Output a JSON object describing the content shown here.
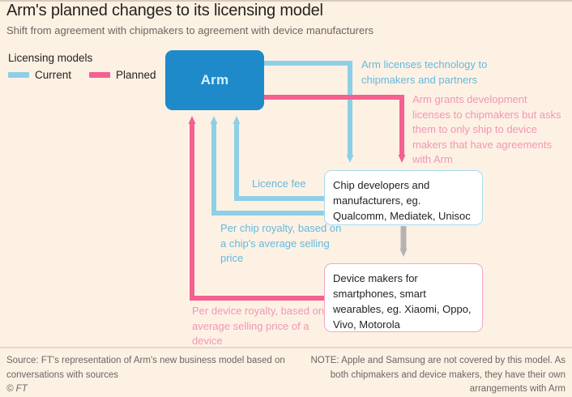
{
  "header": {
    "title": "Arm's planned changes to its licensing model",
    "subtitle": "Shift from agreement with chipmakers to agreement with device manufacturers"
  },
  "legend": {
    "title": "Licensing models",
    "items": [
      {
        "label": "Current",
        "color": "#8ecfe8"
      },
      {
        "label": "Planned",
        "color": "#f4608f"
      }
    ]
  },
  "nodes": {
    "arm": {
      "label": "Arm",
      "color": "#1f8ac9",
      "text_color": "#d8f0fb"
    },
    "chip": {
      "label": "Chip developers and manufacturers, eg. Qualcomm, Mediatek, Unisoc",
      "border_color": "#a9dbf0"
    },
    "device": {
      "label": "Device makers for smartphones, smart wearables, eg. Xiaomi, Oppo, Vivo, Motorola",
      "border_color": "#f3a8c3"
    }
  },
  "annotations": {
    "arm_licenses": "Arm licenses technology to chipmakers and partners",
    "arm_grants": "Arm grants development licenses to chipmakers but asks them to only ship to device makers that have agreements with Arm",
    "licence_fee": "Licence fee",
    "per_chip_royalty": "Per chip royalty, based on a chip's average selling price",
    "per_device_royalty": "Per device royalty, based on average selling price of a device"
  },
  "colors": {
    "background": "#fdf1e4",
    "current_blue": "#8ecfe8",
    "planned_pink": "#f4608f",
    "label_blue": "#64b9dd",
    "label_pink": "#f296b3",
    "neutral_gray": "#b3b3b3"
  },
  "footnotes": {
    "source": "Source: FT's representation of Arm's new business model based on conversations with sources",
    "copyright": "© FT",
    "note": "NOTE: Apple and Samsung are not covered by this model. As both chipmakers and device makers, they have their own arrangements with Arm"
  }
}
